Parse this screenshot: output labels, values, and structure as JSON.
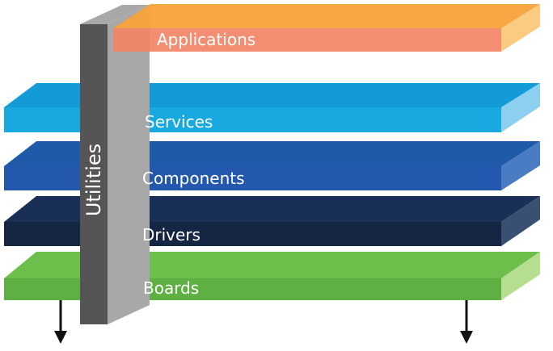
{
  "diagram": {
    "layers": [
      {
        "id": "applications",
        "label": "Applications",
        "colors": {
          "top": "#F7A33B",
          "front": "#F28466",
          "side": "#FBCB82"
        }
      },
      {
        "id": "services",
        "label": "Services",
        "colors": {
          "top": "#129BD7",
          "front": "#19A9E1",
          "side": "#8CCFEF"
        }
      },
      {
        "id": "components",
        "label": "Components",
        "colors": {
          "top": "#1E5AA7",
          "front": "#2358AE",
          "side": "#4A7CC3"
        }
      },
      {
        "id": "drivers",
        "label": "Drivers",
        "colors": {
          "top": "#1A2F55",
          "front": "#152544",
          "side": "#3A5073"
        }
      },
      {
        "id": "boards",
        "label": "Boards",
        "colors": {
          "top": "#6DBE4B",
          "front": "#5FB043",
          "side": "#B6DE90"
        }
      }
    ],
    "utilities": {
      "label": "Utilities",
      "colors": {
        "front": "#555555",
        "side": "#A8A8A8"
      }
    },
    "arrow_color": "#111111"
  }
}
